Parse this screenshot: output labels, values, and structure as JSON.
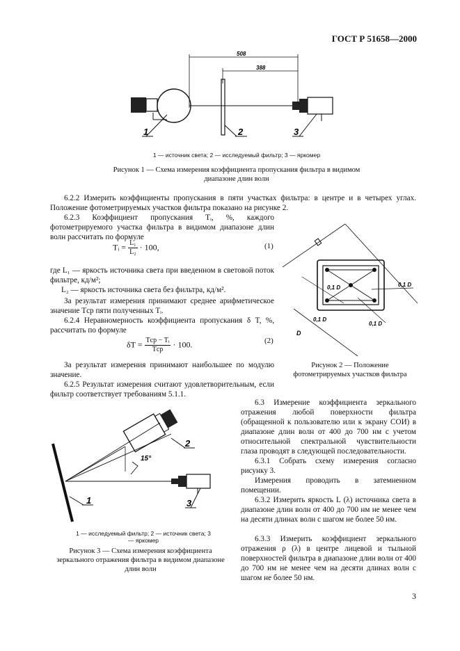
{
  "header": {
    "standard": "ГОСТ Р 51658—2000"
  },
  "figure1": {
    "dims": [
      "508",
      "388"
    ],
    "labels": [
      "1",
      "2",
      "3"
    ],
    "legend": "1 — источник света; 2 — исследуемый фильтр; 3 — яркомер",
    "caption": "Рисунок 1 — Схема измерения коэффициента пропускания фильтра в видимом диапазоне длин волн"
  },
  "text": {
    "p622": "6.2.2 Измерить коэффициенты пропускания в пяти участках фильтра: в центре и в четырех углах. Положение фотометрируемых участков фильтра показано на рисунке 2.",
    "p623": "6.2.3 Коэффициент пропускания Tᵢ, %, каждого фотометрируемого участка фильтра в видимом диапазоне длин волн рассчитать по формуле",
    "f1_lhs": "Tᵢ =",
    "f1_num": "L₁",
    "f1_den": "L₂",
    "f1_rhs": "· 100,",
    "f1_no": "(1)",
    "where1": "где L₁ — яркость источника света при введенном в световой поток фильтре, кд/м²;",
    "where2": "L₂ — яркость источника света без фильтра, кд/м².",
    "result1": "За результат измерения принимают среднее арифметическое значение Tср пяти полученных Tᵢ.",
    "p624": "6.2.4 Неравномерность коэффициента пропускания δ T, %, рассчитать по формуле",
    "f2_lhs": "δT =",
    "f2_num": "Tср − Tᵢ",
    "f2_den": "Tср",
    "f2_rhs": "· 100.",
    "f2_no": "(2)",
    "result2": "За результат измерения принимают наибольшее по модулю значение.",
    "p625": "6.2.5 Результат измерения считают удовлетворительным, если фильтр соответствует требованиям 5.1.1.",
    "p63": "6.3 Измерение коэффициента зеркального отражения любой поверхности фильтра (обращенной к пользователю или к экрану СОИ) в диапазоне длин волн от 400 до 700 нм с учетом относительной спектральной чувствительности глаза проводят в следующей последовательности.",
    "p631": "6.3.1 Собрать схему измерения согласно рисунку 3.",
    "p631b": "Измерения проводить в затемненном помещении.",
    "p632": "6.3.2 Измерить яркость L (λ) источника света в диапазоне длин волн от 400 до 700 нм не менее чем на десяти длинах волн с шагом не более 50 нм.",
    "p633": "6.3.3 Измерить коэффициент зеркального отражения ρ (λ) в центре лицевой и тыльной поверхностей фильтра в диапазоне длин волн от 400 до 700 нм не менее чем на десяти длинах волн с шагом не более 50 нм."
  },
  "figure2": {
    "dims": [
      "0,1 D",
      "0,1 D",
      "0,1 D",
      "0,1 D",
      "D"
    ],
    "caption": "Рисунок 2 — Положение фотометрируемых участков фильтра"
  },
  "figure3": {
    "angle": "15°",
    "labels": [
      "1",
      "2",
      "3"
    ],
    "legend": "1 — исследуемый фильтр; 2 — источник света; 3 — яркомер",
    "caption": "Рисунок 3 — Схема измерения коэффициента зеркального отражения фильтра в видимом диапазоне длин волн"
  },
  "page_number": "3"
}
